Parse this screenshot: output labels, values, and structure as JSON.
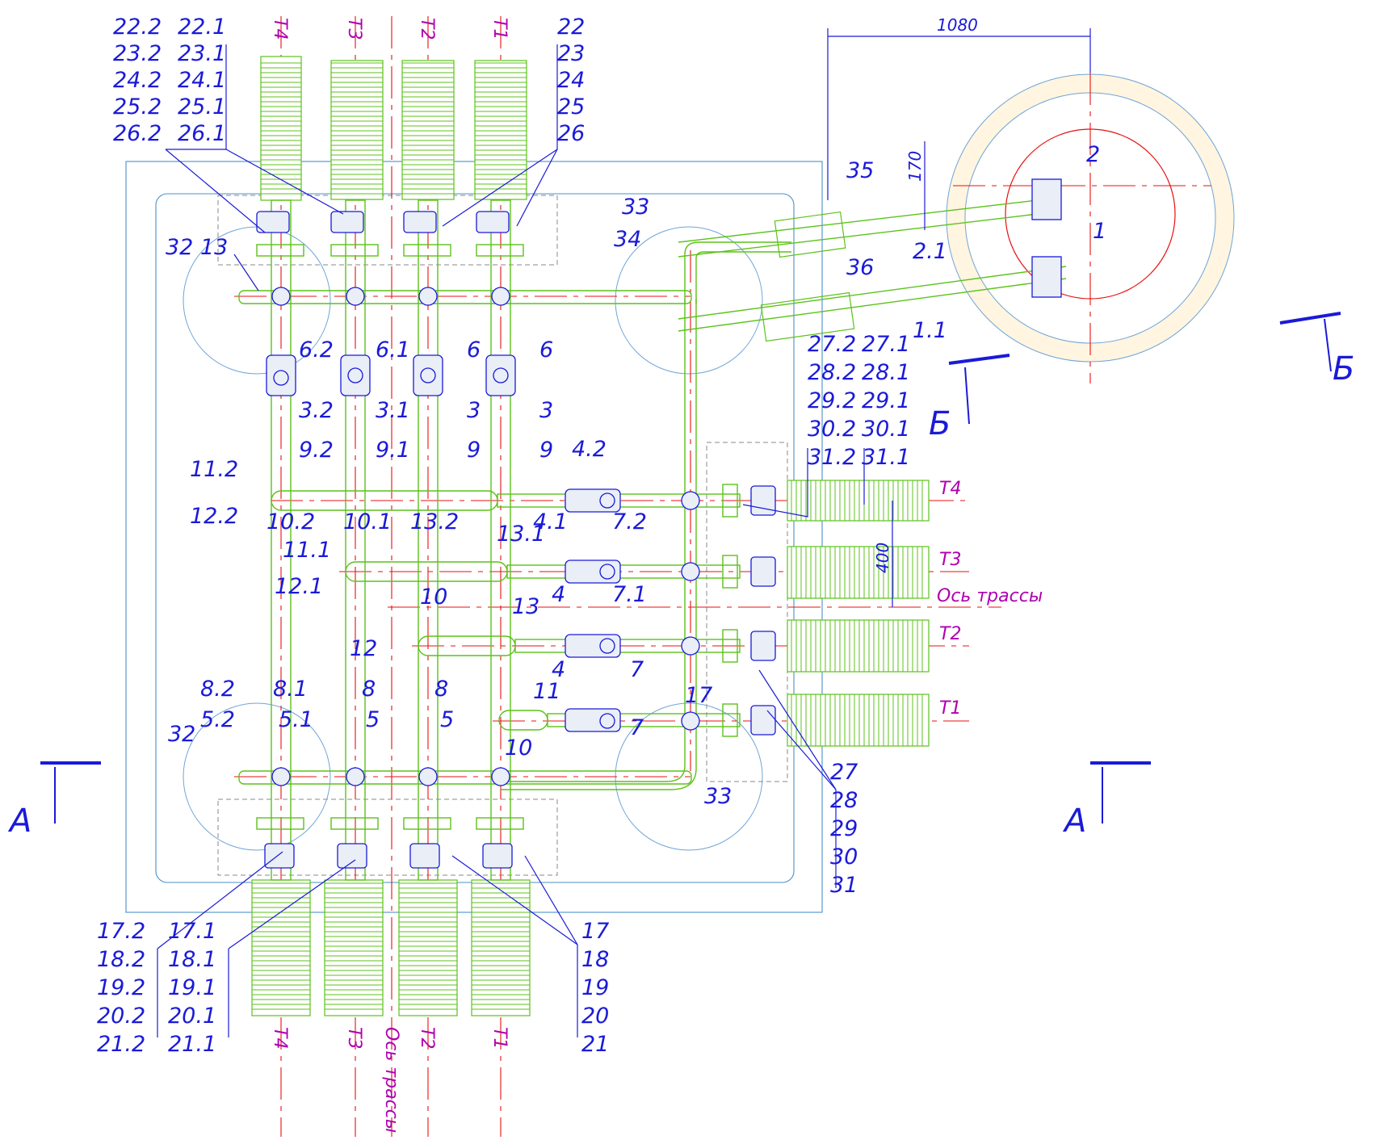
{
  "diagram": {
    "pipe_labels_top": [
      "T4",
      "T3",
      "T2",
      "T1"
    ],
    "pipe_labels_bottom": [
      "T4",
      "T3",
      "T2",
      "T1"
    ],
    "pipe_labels_right": [
      "T4",
      "T3",
      "T2",
      "T1"
    ],
    "route_axis": "Ось трассы",
    "section_a": "А",
    "section_b": "Б",
    "dim_1080": "1080",
    "dim_170": "170",
    "dim_400": "400",
    "labels": {
      "l_22_2": "22.2",
      "l_22_1": "22.1",
      "l_23_2": "23.2",
      "l_23_1": "23.1",
      "l_24_2": "24.2",
      "l_24_1": "24.1",
      "l_25_2": "25.2",
      "l_25_1": "25.1",
      "l_26_2": "26.2",
      "l_26_1": "26.1",
      "l_22": "22",
      "l_23": "23",
      "l_24": "24",
      "l_25": "25",
      "l_26": "26",
      "l_32a": "32",
      "l_13a": "13",
      "l_6_2": "6.2",
      "l_6_1": "6.1",
      "l_6a": "6",
      "l_6b": "6",
      "l_3_2": "3.2",
      "l_3_1": "3.1",
      "l_3a": "3",
      "l_3b": "3",
      "l_9_2": "9.2",
      "l_9_1": "9.1",
      "l_9a": "9",
      "l_9b": "9",
      "l_11_2": "11.2",
      "l_12_2": "12.2",
      "l_10_2": "10.2",
      "l_10_1": "10.1",
      "l_11_1": "11.1",
      "l_12_1": "12.1",
      "l_13_2": "13.2",
      "l_13_1": "13.1",
      "l_4_2": "4.2",
      "l_4_1": "4.1",
      "l_4a": "4",
      "l_4b": "4",
      "l_7_2": "7.2",
      "l_7_1": "7.1",
      "l_7a": "7",
      "l_7b": "7",
      "l_10": "10",
      "l_12": "12",
      "l_13": "13",
      "l_11": "11",
      "l_10b": "10",
      "l_8_2": "8.2",
      "l_8_1": "8.1",
      "l_8a": "8",
      "l_8b": "8",
      "l_5_2": "5.2",
      "l_5_1": "5.1",
      "l_5a": "5",
      "l_5b": "5",
      "l_32b": "32",
      "l_17": "17",
      "l_33a": "33",
      "l_33b": "33",
      "l_34": "34",
      "l_35": "35",
      "l_36": "36",
      "l_2_1": "2.1",
      "l_1_1": "1.1",
      "l_1": "1",
      "l_2": "2",
      "l_27_2": "27.2",
      "l_27_1": "27.1",
      "l_28_2": "28.2",
      "l_28_1": "28.1",
      "l_29_2": "29.2",
      "l_29_1": "29.1",
      "l_30_2": "30.2",
      "l_30_1": "30.1",
      "l_31_2": "31.2",
      "l_31_1": "31.1",
      "l_27": "27",
      "l_28": "28",
      "l_29": "29",
      "l_30": "30",
      "l_31": "31",
      "l_17_2": "17.2",
      "l_17_1": "17.1",
      "l_18_2": "18.2",
      "l_18_1": "18.1",
      "l_19_2": "19.2",
      "l_19_1": "19.1",
      "l_20_2": "20.2",
      "l_20_1": "20.1",
      "l_21_2": "21.2",
      "l_21_1": "21.1",
      "l_17b": "17",
      "l_18": "18",
      "l_19": "19",
      "l_20": "20",
      "l_21": "21"
    }
  }
}
